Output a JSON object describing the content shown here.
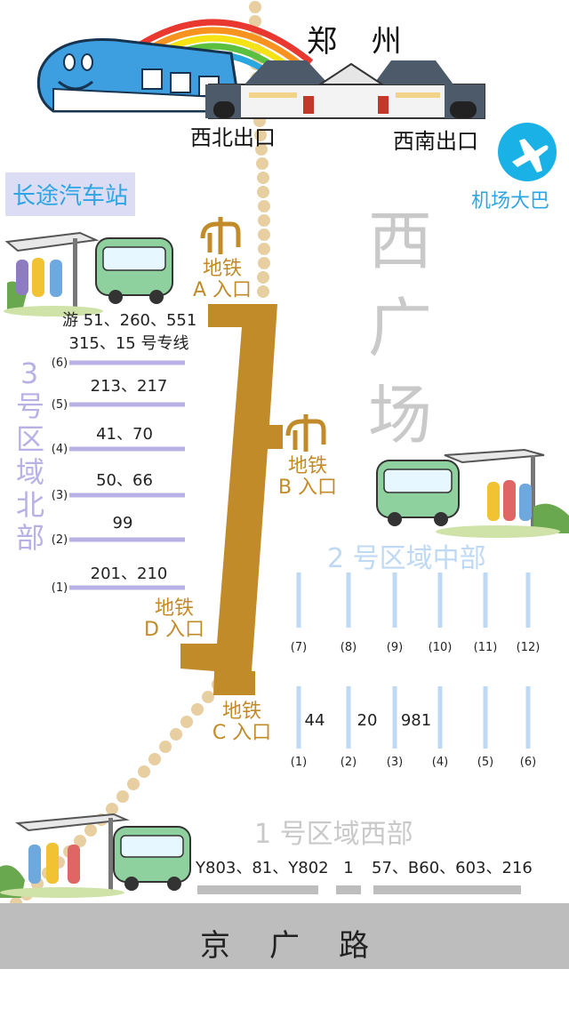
{
  "header": {
    "city_name": "郑 州",
    "northwest_exit": "西北出口",
    "southwest_exit": "西南出口"
  },
  "airport": {
    "label": "机场大巴",
    "icon": "airplane-icon"
  },
  "long_distance_station": {
    "label": "长途汽车站"
  },
  "west_square": {
    "label": "西广场"
  },
  "metro": {
    "icon": "metro-logo-icon",
    "color": "#c28b2a",
    "entrances": [
      {
        "id": "A",
        "line1": "地铁",
        "line2": "A 入口"
      },
      {
        "id": "B",
        "line1": "地铁",
        "line2": "B 入口"
      },
      {
        "id": "C",
        "line1": "地铁",
        "line2": "C 入口"
      },
      {
        "id": "D",
        "line1": "地铁",
        "line2": "D 入口"
      }
    ]
  },
  "zone3": {
    "label": "3号区域北部",
    "color": "#b7b1e6",
    "bays": [
      {
        "num": "(6)",
        "routes": [
          "游 51、260、551",
          "315、15 号专线"
        ]
      },
      {
        "num": "(5)",
        "routes": [
          "213、217"
        ]
      },
      {
        "num": "(4)",
        "routes": [
          "41、70"
        ]
      },
      {
        "num": "(3)",
        "routes": [
          "50、66"
        ]
      },
      {
        "num": "(2)",
        "routes": [
          "99"
        ]
      },
      {
        "num": "(1)",
        "routes": [
          "201、210"
        ]
      }
    ]
  },
  "zone2": {
    "label": "2 号区域中部",
    "color": "#bfd9f5",
    "upper_bays": [
      "(7)",
      "(8)",
      "(9)",
      "(10)",
      "(11)",
      "(12)"
    ],
    "lower_bays": [
      "(1)",
      "(2)",
      "(3)",
      "(4)",
      "(5)",
      "(6)"
    ],
    "lower_routes": [
      "44",
      "20",
      "981",
      "",
      "",
      ""
    ]
  },
  "zone1": {
    "label": "1 号区域西部",
    "routes": [
      "Y803、81、Y802",
      "1",
      "57、B60、603、216"
    ]
  },
  "road": {
    "name": "京广路"
  },
  "colors": {
    "metro_corridor": "#c28b2a",
    "zone3_bar": "#b7b1e6",
    "zone2_bar": "#bfd9f5",
    "zone1_bar": "#bdbdbd",
    "road": "#bdbdbd",
    "rail_dots": "#e8cfa1",
    "airport": "#1ab1e6"
  }
}
